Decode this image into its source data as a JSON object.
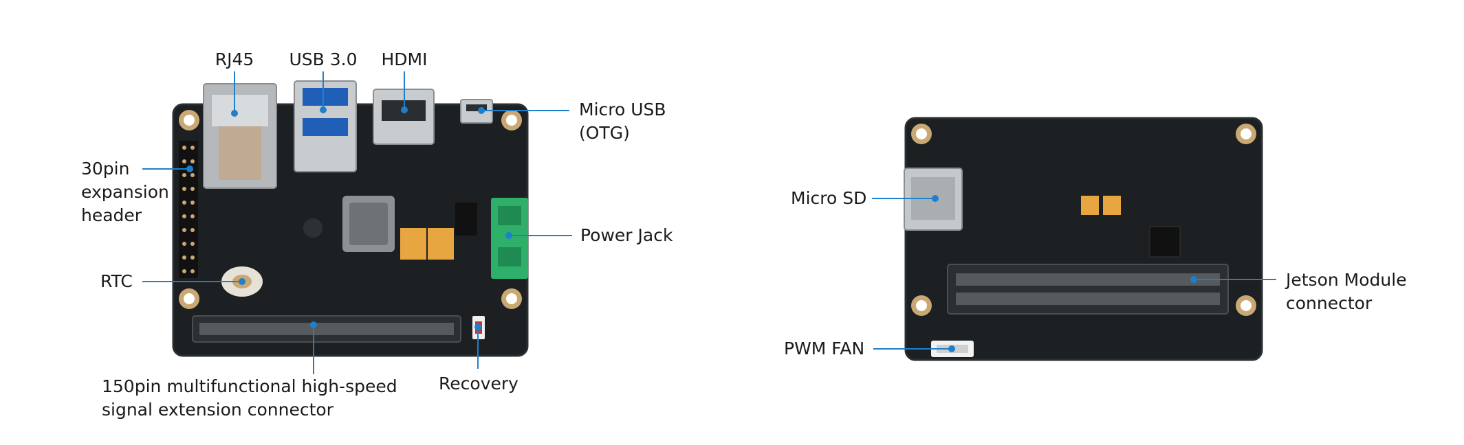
{
  "colors": {
    "pcb": "#1d2022",
    "pcb_edge": "#2a2e31",
    "callout": "#1e7fcc",
    "text": "#1a1a1a",
    "hole_gold": "#c9a873",
    "connector_green": "#2fb06a",
    "metal": "#c4c8cb",
    "capacitor": "#e8a640"
  },
  "labels": {
    "rj45": "RJ45",
    "usb3": "USB 3.0",
    "hdmi": "HDMI",
    "micro_usb": [
      "Micro USB",
      "(OTG)"
    ],
    "expansion_header": [
      "30pin",
      "expansion",
      "header"
    ],
    "rtc": "RTC",
    "power_jack": "Power Jack",
    "signal_connector": [
      "150pin multifunctional high-speed",
      "signal extension connector"
    ],
    "recovery": "Recovery",
    "micro_sd": "Micro SD",
    "pwm_fan": "PWM FAN",
    "jetson_connector": [
      "Jetson Module",
      "connector"
    ]
  },
  "icons": {
    "front_board": "carrier-board-top-view",
    "back_board": "carrier-board-bottom-view"
  }
}
